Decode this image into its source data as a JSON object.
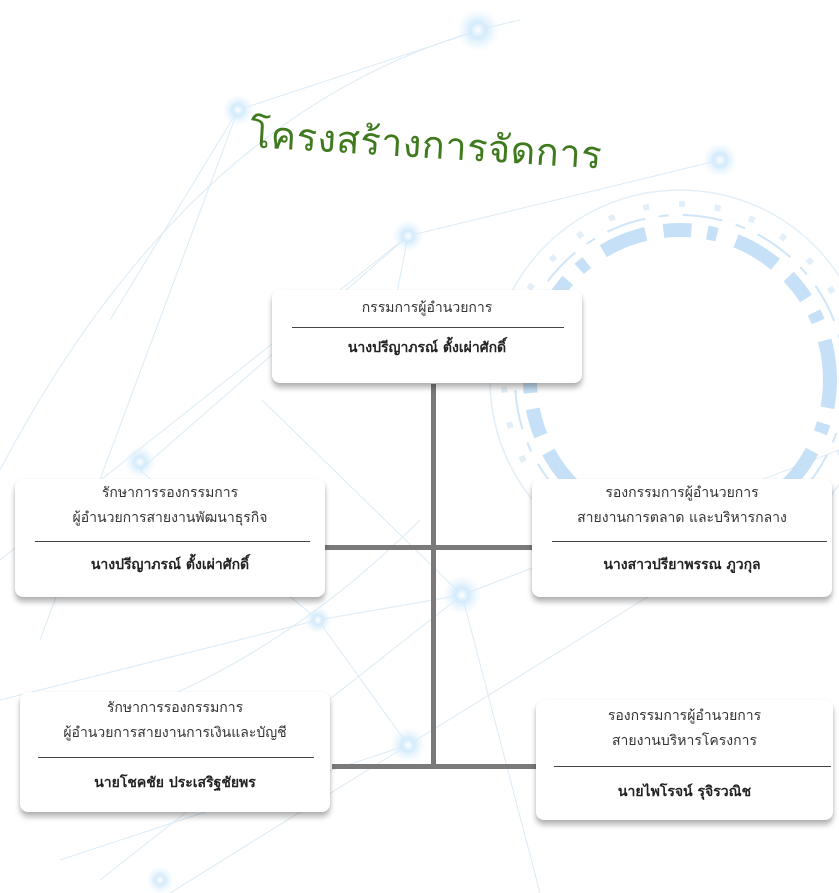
{
  "title": "โครงสร้างการจัดการ",
  "top": {
    "role": "กรรมการผู้อำนวยการ",
    "name": "นางปรีญาภรณ์ ตั้งเผ่าศักดิ์"
  },
  "left1": {
    "role_line1": "รักษาการรองกรรมการ",
    "role_line2": "ผู้อำนวยการสายงานพัฒนาธุรกิจ",
    "name": "นางปรีญาภรณ์ ตั้งเผ่าศักดิ์"
  },
  "right1": {
    "role_line1": "รองกรรมการผู้อำนวยการ",
    "role_line2": "สายงานการตลาด และบริหารกลาง",
    "name": "นางสาวปรียาพรรณ ภูวกุล"
  },
  "left2": {
    "role_line1": "รักษาการรองกรรมการ",
    "role_line2": "ผู้อำนวยการสายงานการเงินและบัญชี",
    "name": "นายโชคชัย ประเสริฐชัยพร"
  },
  "right2": {
    "role_line1": "รองกรรมการผู้อำนวยการ",
    "role_line2": "สายงานบริหารโครงการ",
    "name": "นายไพโรจน์ รุจิรวณิช"
  }
}
